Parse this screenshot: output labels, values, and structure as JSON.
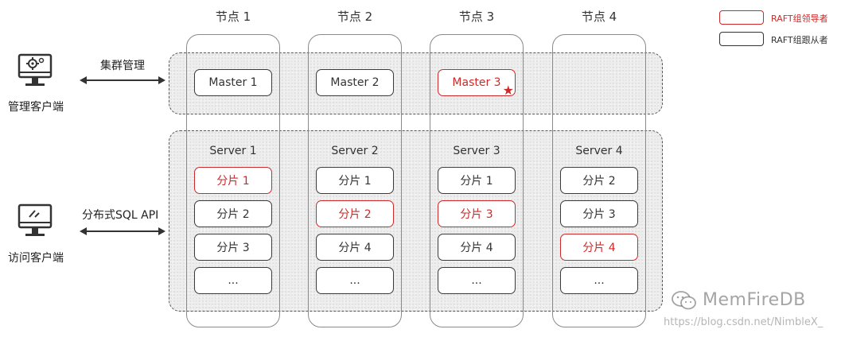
{
  "nodes": [
    {
      "title": "节点 1"
    },
    {
      "title": "节点 2"
    },
    {
      "title": "节点 3"
    },
    {
      "title": "节点 4"
    }
  ],
  "masters": [
    {
      "label": "Master 1",
      "leader": false
    },
    {
      "label": "Master 2",
      "leader": false
    },
    {
      "label": "Master 3",
      "leader": true
    },
    {
      "label": "",
      "leader": false
    }
  ],
  "servers": [
    {
      "label": "Server 1",
      "shards": [
        {
          "label": "分片 1",
          "leader": true
        },
        {
          "label": "分片 2",
          "leader": false
        },
        {
          "label": "分片 3",
          "leader": false
        },
        {
          "label": "...",
          "leader": false
        }
      ]
    },
    {
      "label": "Server 2",
      "shards": [
        {
          "label": "分片 1",
          "leader": false
        },
        {
          "label": "分片 2",
          "leader": true
        },
        {
          "label": "分片 4",
          "leader": false
        },
        {
          "label": "...",
          "leader": false
        }
      ]
    },
    {
      "label": "Server 3",
      "shards": [
        {
          "label": "分片 1",
          "leader": false
        },
        {
          "label": "分片 3",
          "leader": true
        },
        {
          "label": "分片 4",
          "leader": false
        },
        {
          "label": "...",
          "leader": false
        }
      ]
    },
    {
      "label": "Server 4",
      "shards": [
        {
          "label": "分片 2",
          "leader": false
        },
        {
          "label": "分片 3",
          "leader": false
        },
        {
          "label": "分片 4",
          "leader": true
        },
        {
          "label": "...",
          "leader": false
        }
      ]
    }
  ],
  "clients": {
    "admin": {
      "label": "管理客户端",
      "link": "集群管理",
      "icon": "gear-monitor-icon"
    },
    "access": {
      "label": "访问客户端",
      "link": "分布式SQL API",
      "icon": "monitor-icon"
    }
  },
  "legend": {
    "leader": "RAFT组领导者",
    "follower": "RAFT组跟从者"
  },
  "watermark": {
    "brand": "MemFireDB",
    "url": "https://blog.csdn.net/NimbleX_"
  },
  "colors": {
    "leader": "#cc2a2a",
    "follower": "#333333",
    "node_border": "#8a8a8a"
  }
}
